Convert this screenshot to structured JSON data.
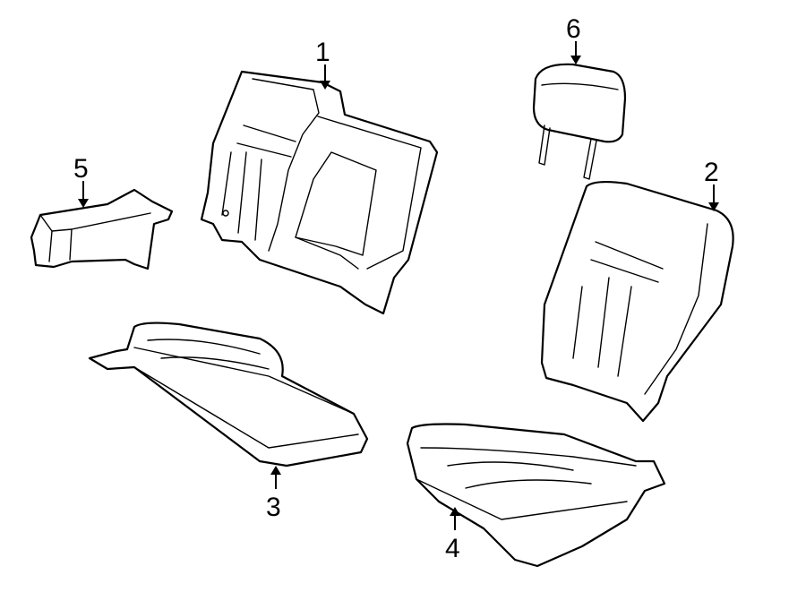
{
  "callouts": [
    {
      "id": "1",
      "name": "rear-seat-back"
    },
    {
      "id": "2",
      "name": "seat-back-section"
    },
    {
      "id": "3",
      "name": "rear-seat-cushion"
    },
    {
      "id": "4",
      "name": "seat-cushion-section"
    },
    {
      "id": "5",
      "name": "armrest"
    },
    {
      "id": "6",
      "name": "headrest"
    }
  ]
}
